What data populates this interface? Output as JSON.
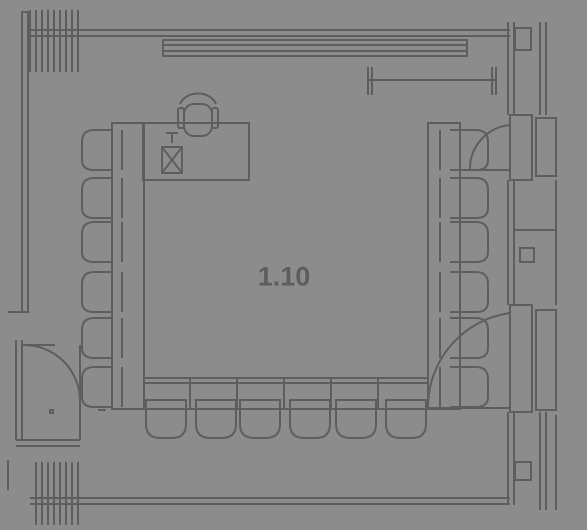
{
  "room": {
    "number": "1.10"
  },
  "colors": {
    "background": "#8c8c8c",
    "lines": "#5e5e5e",
    "text": "#5d5d5d"
  },
  "furniture": {
    "conference_table_shape": "U-shaped",
    "left_side_chairs": 6,
    "right_side_chairs": 6,
    "bottom_side_chairs": 6,
    "desk_chairs": 1
  }
}
